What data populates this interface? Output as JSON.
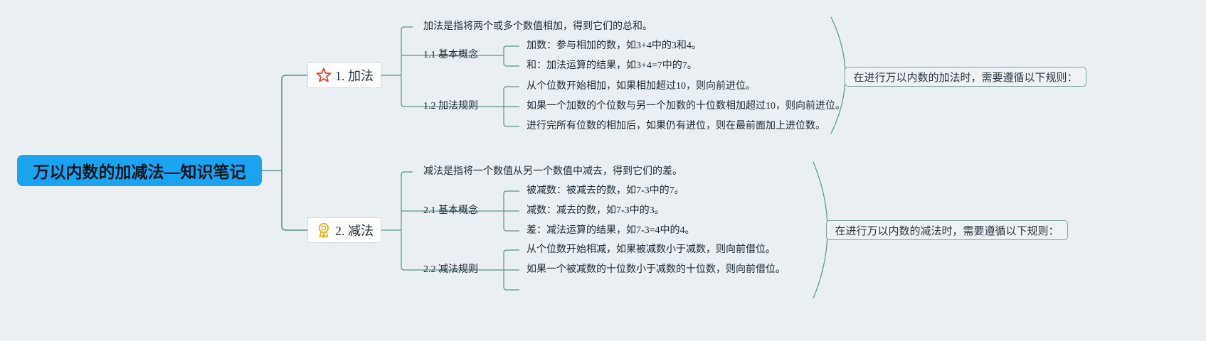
{
  "root": {
    "title": "万以内数的加减法—知识笔记"
  },
  "branches": [
    {
      "label": "1. 加法",
      "icon": "star-icon",
      "definition": "加法是指将两个或多个数值相加，得到它们的总和。",
      "sections": [
        {
          "title": "1.1 基本概念",
          "items": [
            "加数：参与相加的数，如3+4中的3和4。",
            "和：加法运算的结果，如3+4=7中的7。"
          ]
        },
        {
          "title": "1.2 加法规则",
          "items": [
            "从个位数开始相加，如果相加超过10，则向前进位。",
            "如果一个加数的个位数与另一个加数的十位数相加超过10，则向前进位。",
            "进行完所有位数的相加后，如果仍有进位，则在最前面加上进位数。"
          ]
        }
      ],
      "summary": "在进行万以内数的加法时，需要遵循以下规则："
    },
    {
      "label": "2. 减法",
      "icon": "award-ribbon-icon",
      "definition": "减法是指将一个数值从另一个数值中减去，得到它们的差。",
      "sections": [
        {
          "title": "2.1 基本概念",
          "items": [
            "被减数：被减去的数，如7-3中的7。",
            "减数：减去的数，如7-3中的3。",
            "差：减法运算的结果，如7-3=4中的4。"
          ]
        },
        {
          "title": "2.2 减法规则",
          "items": [
            "从个位数开始相减，如果被减数小于减数，则向前借位。",
            "如果一个被减数的十位数小于减数的十位数，则向前借位。",
            ""
          ]
        }
      ],
      "summary": "在进行万以内数的减法时，需要遵循以下规则："
    }
  ],
  "colors": {
    "root_bg": "#1aa3ee",
    "connector": "#5e9488",
    "canvas_bg": "#e9eff3",
    "star": "#e3432f",
    "award": "#e7b21b"
  }
}
